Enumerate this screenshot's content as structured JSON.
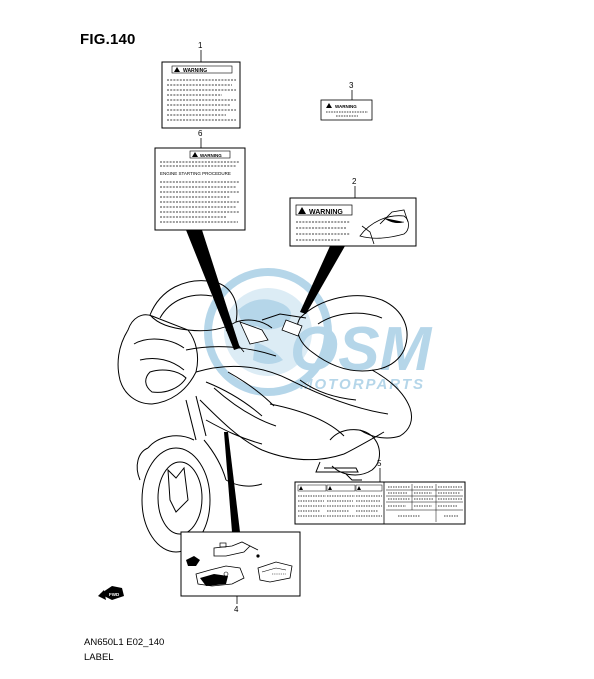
{
  "figure": {
    "title": "FIG.140",
    "code": "AN650L1 E02_140",
    "name": "LABEL"
  },
  "watermark": {
    "brand": "OSM",
    "subtitle": "MOTORPARTS",
    "color": "#a9cfe6"
  },
  "callouts": [
    {
      "number": "1",
      "part": "warning-label"
    },
    {
      "number": "2",
      "part": "warning-label-seat"
    },
    {
      "number": "3",
      "part": "small-warning-label"
    },
    {
      "number": "4",
      "part": "oil-label"
    },
    {
      "number": "5",
      "part": "multi-warning-label"
    },
    {
      "number": "6",
      "part": "engine-starting-label"
    }
  ],
  "labels": {
    "warning_text": "WARNING",
    "engine_start_text": "ENGINE STARTING PROCEDURE",
    "fwd_text": "FWD"
  },
  "colors": {
    "line": "#000000",
    "paper": "#ffffff"
  }
}
